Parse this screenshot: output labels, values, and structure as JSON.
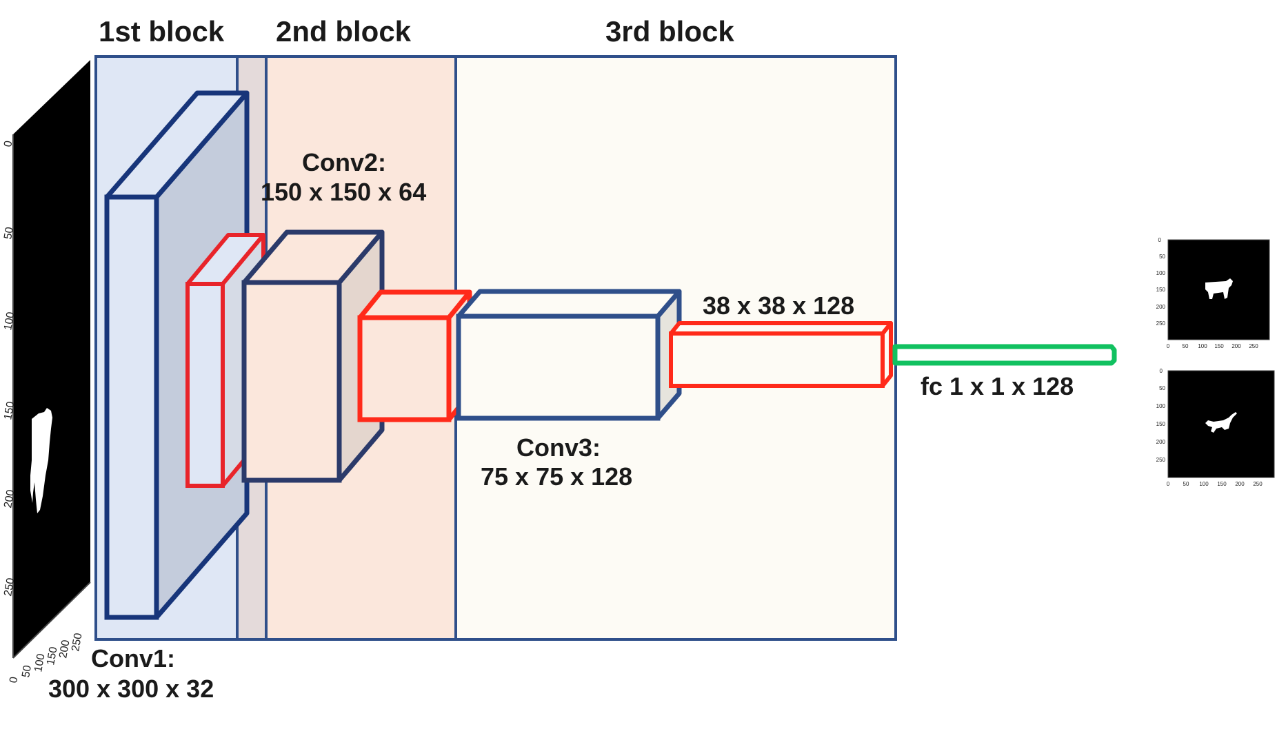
{
  "blocks": {
    "first": "1st block",
    "second": "2nd block",
    "third": "3rd block"
  },
  "conv1": {
    "name": "Conv1:",
    "dims": "300 x 300 x 32"
  },
  "conv2": {
    "name": "Conv2:",
    "dims": "150 x 150 x 64"
  },
  "conv3": {
    "name": "Conv3:",
    "dims": "75 x 75 x 128"
  },
  "pool3": {
    "dims": "38 x 38 x 128"
  },
  "fc": {
    "label": "fc 1 x 1 x 128"
  },
  "input_image": {
    "y_ticks": [
      "0",
      "50",
      "100",
      "150",
      "200",
      "250"
    ],
    "x_ticks": [
      "0",
      "50",
      "100",
      "150",
      "200",
      "250"
    ]
  },
  "output_images": {
    "top": {
      "y_ticks": [
        "0",
        "50",
        "100",
        "150",
        "200",
        "250"
      ],
      "x_ticks": [
        "0",
        "50",
        "100",
        "150",
        "200",
        "250"
      ]
    },
    "bottom": {
      "y_ticks": [
        "0",
        "50",
        "100",
        "150",
        "200",
        "250"
      ],
      "x_ticks": [
        "0",
        "50",
        "100",
        "150",
        "200",
        "250"
      ]
    }
  },
  "colors": {
    "block1_fill": "#dfe7f5",
    "block2_fill": "#fbe7dc",
    "block3_fill": "#fdfbf5",
    "block_border": "#2f4f8a",
    "conv_outline": "#17357a",
    "pool_outline": "#e8242a",
    "fc_green": "#11c160"
  }
}
